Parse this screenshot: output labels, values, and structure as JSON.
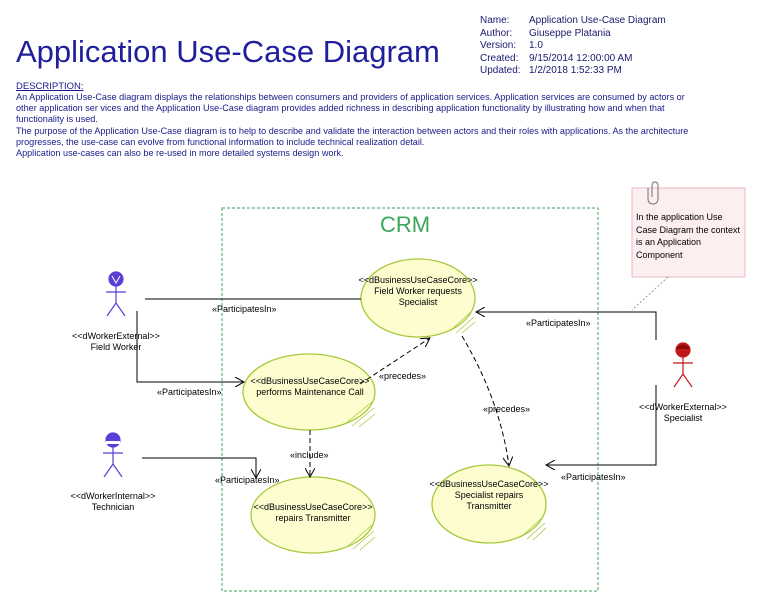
{
  "header": {
    "title": "Application Use-Case Diagram",
    "meta": [
      {
        "key": "Name:",
        "value": "Application Use-Case Diagram"
      },
      {
        "key": "Author:",
        "value": "Giuseppe Platania"
      },
      {
        "key": "Version:",
        "value": "1.0"
      },
      {
        "key": "Created:",
        "value": "9/15/2014 12:00:00 AM"
      },
      {
        "key": "Updated:",
        "value": "1/2/2018 1:52:33 PM"
      }
    ]
  },
  "description": {
    "heading": "DESCRIPTION:",
    "paragraphs": [
      "An Application Use-Case diagram displays the relationships between consumers and providers of application services. Application services are consumed by actors or other application ser vices and the Application Use-Case diagram provides added richness in describing application functionality by illustrating how and when that functionality is used.",
      "The purpose of the Application Use-Case diagram is to help to describe and validate the interaction between actors and their roles with applications. As the architecture progresses, the use-case can evolve from functional information to include technical realization detail.",
      "Application use-cases can also be re-used in more detailed systems design work."
    ]
  },
  "boundary": {
    "label": "CRM"
  },
  "use_cases": [
    {
      "id": "uc1",
      "stereotype": "<<dBusinessUseCaseCore>>",
      "name": "Field Worker requests Specialist"
    },
    {
      "id": "uc2",
      "stereotype": "<<dBusinessUseCaseCore>>",
      "name": "performs Maintenance Call"
    },
    {
      "id": "uc3",
      "stereotype": "<<dBusinessUseCaseCore>>",
      "name": "repairs Transmitter"
    },
    {
      "id": "uc4",
      "stereotype": "<<dBusinessUseCaseCore>>",
      "name": "Specialist repairs Transmitter"
    }
  ],
  "actors": [
    {
      "id": "a1",
      "stereotype": "<<dWorkerExternal>>",
      "name": "Field Worker",
      "color": "#5b3fd6"
    },
    {
      "id": "a2",
      "stereotype": "<<dWorkerInternal>>",
      "name": "Technician",
      "color": "#5b3fd6"
    },
    {
      "id": "a3",
      "stereotype": "<<dWorkerExternal>>",
      "name": "Specialist",
      "color": "#c01818"
    }
  ],
  "connectors": [
    {
      "id": "c1",
      "label": "«ParticipatesIn»"
    },
    {
      "id": "c2",
      "label": "«ParticipatesIn»"
    },
    {
      "id": "c3",
      "label": "«ParticipatesIn»"
    },
    {
      "id": "c4",
      "label": "«ParticipatesIn»"
    },
    {
      "id": "c5",
      "label": "«ParticipatesIn»"
    },
    {
      "id": "c6",
      "label": "«precedes»"
    },
    {
      "id": "c7",
      "label": "«precedes»"
    },
    {
      "id": "c8",
      "label": "«include»"
    }
  ],
  "note": {
    "text": "In the application Use Case Diagram the context is an Application Component"
  },
  "colors": {
    "title": "#1f1f9c",
    "boundary": "#3aa65a",
    "use_case_fill": "#fdfdd0",
    "use_case_stroke": "#a6c93a",
    "note_fill": "#fdeef0"
  }
}
